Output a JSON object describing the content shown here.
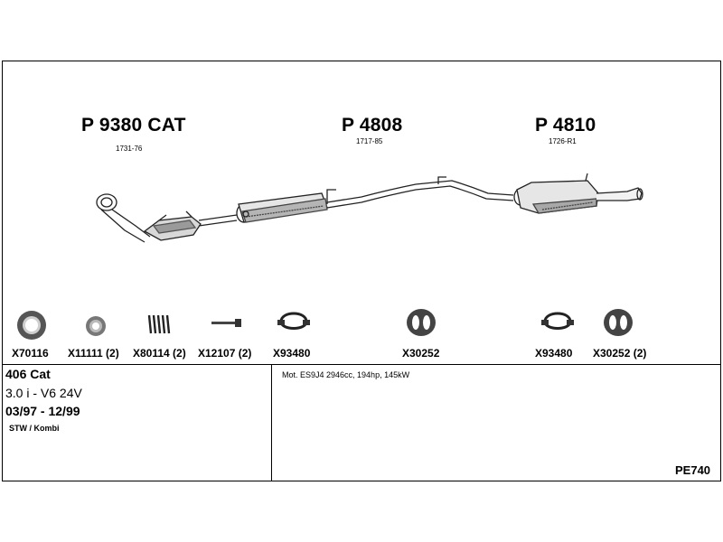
{
  "parts": [
    {
      "number": "P 9380 CAT",
      "ref": "1731-76"
    },
    {
      "number": "P 4808",
      "ref": "1717-85"
    },
    {
      "number": "P 4810",
      "ref": "1726-R1"
    }
  ],
  "accessories": [
    {
      "code": "X70116",
      "icon": "gasket-ring-icon"
    },
    {
      "code": "X11111 (2)",
      "icon": "seal-ring-icon"
    },
    {
      "code": "X80114 (2)",
      "icon": "spring-icon"
    },
    {
      "code": "X12107 (2)",
      "icon": "bolt-icon"
    },
    {
      "code": "X93480",
      "icon": "pipe-clamp-icon"
    },
    {
      "code": "X30252",
      "icon": "rubber-mount-icon"
    },
    {
      "code": "X93480",
      "icon": "pipe-clamp-icon"
    },
    {
      "code": "X30252 (2)",
      "icon": "rubber-mount-icon"
    }
  ],
  "vehicle": {
    "model": "406 Cat",
    "engine": "3.0 i - V6 24V",
    "years": "03/97 - 12/99",
    "body": "STW / Kombi"
  },
  "engine_desc": "Mot. ES9J4 2946cc, 194hp, 145kW",
  "diagram_code": "PE740"
}
